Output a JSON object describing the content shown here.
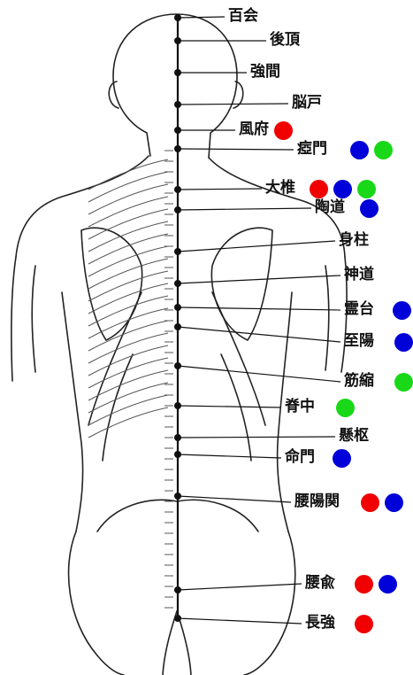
{
  "colors": {
    "red": "#f00000",
    "blue": "#0000d8",
    "green": "#18d818",
    "line": "#111111"
  },
  "points": [
    {
      "id": "hyakue",
      "label": "百会",
      "dots": []
    },
    {
      "id": "gocho",
      "label": "後頂",
      "dots": []
    },
    {
      "id": "kyokan",
      "label": "強間",
      "dots": []
    },
    {
      "id": "noko",
      "label": "脳戸",
      "dots": []
    },
    {
      "id": "fufu",
      "label": "風府",
      "dots": [
        "red"
      ]
    },
    {
      "id": "amon",
      "label": "瘂門",
      "dots": [
        "blue",
        "green"
      ]
    },
    {
      "id": "daitsui",
      "label": "大椎",
      "dots": [
        "red",
        "blue",
        "green"
      ]
    },
    {
      "id": "todo",
      "label": "陶道",
      "dots": [
        "blue"
      ]
    },
    {
      "id": "shinchu",
      "label": "身柱",
      "dots": []
    },
    {
      "id": "shindo",
      "label": "神道",
      "dots": []
    },
    {
      "id": "reidai",
      "label": "霊台",
      "dots": [
        "blue"
      ]
    },
    {
      "id": "shiyo",
      "label": "至陽",
      "dots": [
        "blue"
      ]
    },
    {
      "id": "kinshuku",
      "label": "筋縮",
      "dots": [
        "green"
      ]
    },
    {
      "id": "sekichu",
      "label": "脊中",
      "dots": [
        "green"
      ]
    },
    {
      "id": "kensu",
      "label": "懸枢",
      "dots": []
    },
    {
      "id": "meimon",
      "label": "命門",
      "dots": [
        "blue"
      ]
    },
    {
      "id": "yoyokan",
      "label": "腰陽関",
      "dots": [
        "red",
        "blue"
      ]
    },
    {
      "id": "yoyu",
      "label": "腰兪",
      "dots": [
        "red",
        "blue"
      ]
    },
    {
      "id": "chokyo",
      "label": "長強",
      "dots": [
        "red"
      ]
    }
  ]
}
